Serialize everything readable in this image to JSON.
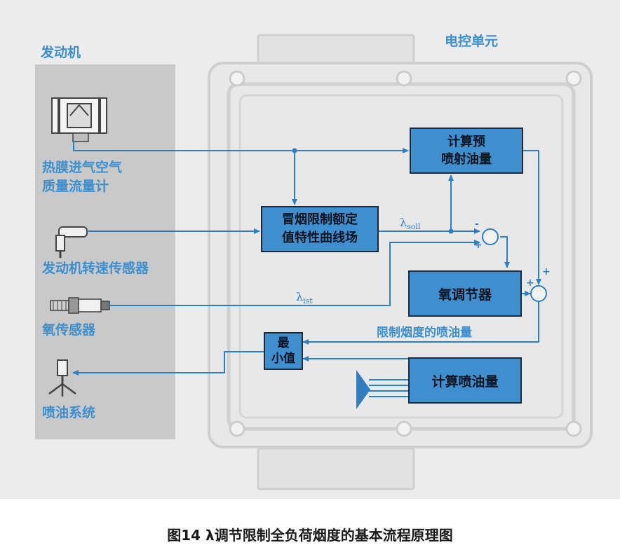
{
  "engine": {
    "title": "发动机",
    "sensors": [
      {
        "line1": "热膜进气空气",
        "line2": "质量流量计"
      },
      {
        "line1": "发动机转速传感器"
      },
      {
        "line1": "氧传感器"
      },
      {
        "line1": "喷油系统"
      }
    ]
  },
  "ecu": {
    "title": "电控单元"
  },
  "blocks": {
    "pre_injection": {
      "line1": "计算预",
      "line2": "喷射油量"
    },
    "smoke_map": {
      "line1": "冒烟限制额定",
      "line2": "值特性曲线场"
    },
    "controller": {
      "label": "氧调节器"
    },
    "minimum": {
      "line1": "最",
      "line2": "小值"
    },
    "injection_calc": {
      "label": "计算喷油量"
    }
  },
  "symbols": {
    "lambda_soll_sub": "soll",
    "lambda_ist_sub": "ist"
  },
  "labels": {
    "limited_injection": "限制烟度的喷油量"
  },
  "signs": {
    "plus": "+",
    "minus": "-"
  },
  "caption": "图14 λ调节限制全负荷烟度的基本流程原理图",
  "colors": {
    "accent_blue": "#3d8fce",
    "block_fill": "#3f8fcf",
    "line_color": "#2e7fc2"
  }
}
